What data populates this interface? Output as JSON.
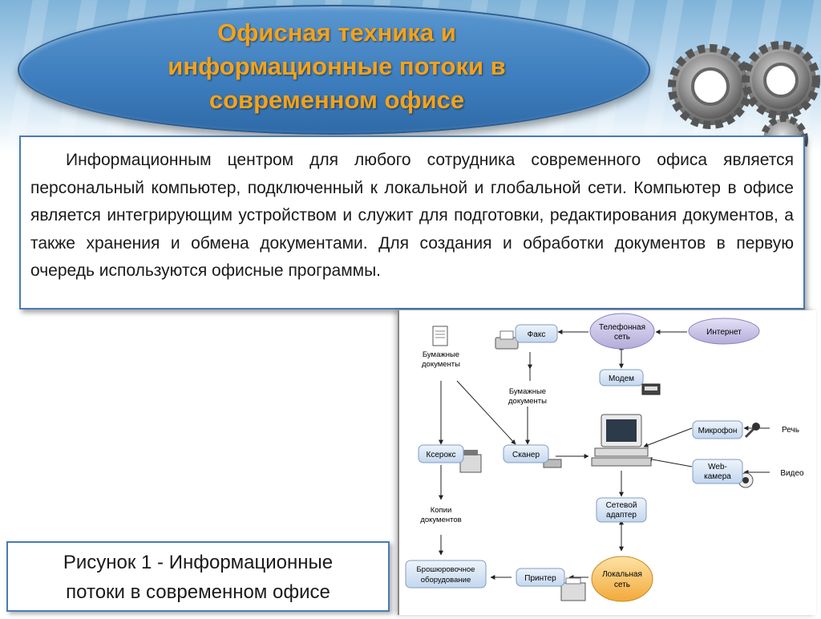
{
  "title": {
    "line1": "Офисная техника и",
    "line2": "информационные потоки в",
    "line3": "современном офисе"
  },
  "body_text": "Информационным центром для любого сотрудника современного офиса является персональный компьютер, подключенный к локальной и глобальной сети. Компьютер в офисе является интегрирующим устройством и служит для подготовки, редактирования документов, а также хранения и обмена документами. Для создания и обработки документов в первую очередь используются офисные программы.",
  "caption": {
    "line1": "Рисунок 1 - Информационные",
    "line2": "потоки в современном офисе"
  },
  "diagram": {
    "fax": "Факс",
    "phone_net_1": "Телефонная",
    "phone_net_2": "сеть",
    "internet": "Интернет",
    "paper_docs_1_a": "Бумажные",
    "paper_docs_1_b": "документы",
    "modem": "Модем",
    "paper_docs_2_a": "Бумажные",
    "paper_docs_2_b": "документы",
    "microphone": "Микрофон",
    "speech": "Речь",
    "xerox": "Ксерокс",
    "scanner": "Сканер",
    "webcam_1": "Web-",
    "webcam_2": "камера",
    "video": "Видео",
    "copies_1": "Копии",
    "copies_2": "документов",
    "net_adapter_1": "Сетевой",
    "net_adapter_2": "адаптер",
    "binding_1": "Брошюровочное",
    "binding_2": "оборудование",
    "printer": "Принтер",
    "lan_1": "Локальная",
    "lan_2": "сеть"
  },
  "colors": {
    "title_text": "#f3a21b",
    "oval": "#3f7fbf",
    "box_border": "#4a7ab8",
    "node_fill": "#d4e3f5",
    "cloud_fill": "#c6c2e8",
    "lan_fill": "#f7c15a"
  }
}
